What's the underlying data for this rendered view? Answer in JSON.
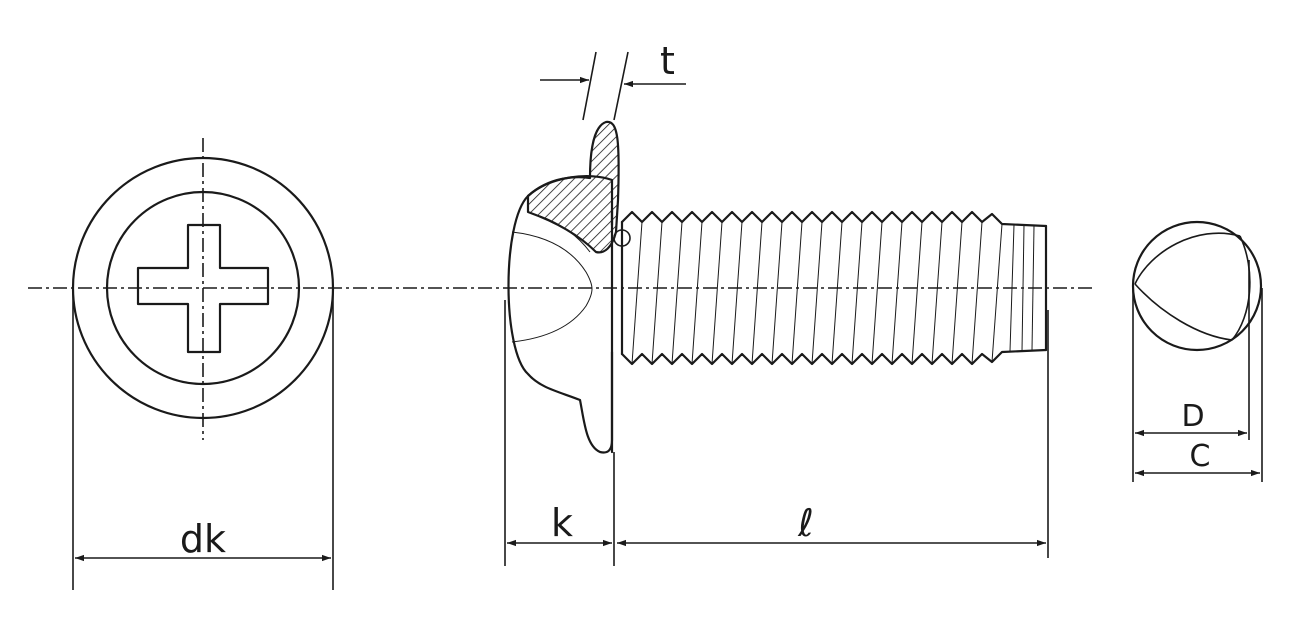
{
  "labels": {
    "dk": "dk",
    "k": "k",
    "l": "ℓ",
    "t": "t",
    "D": "D",
    "C": "C"
  }
}
